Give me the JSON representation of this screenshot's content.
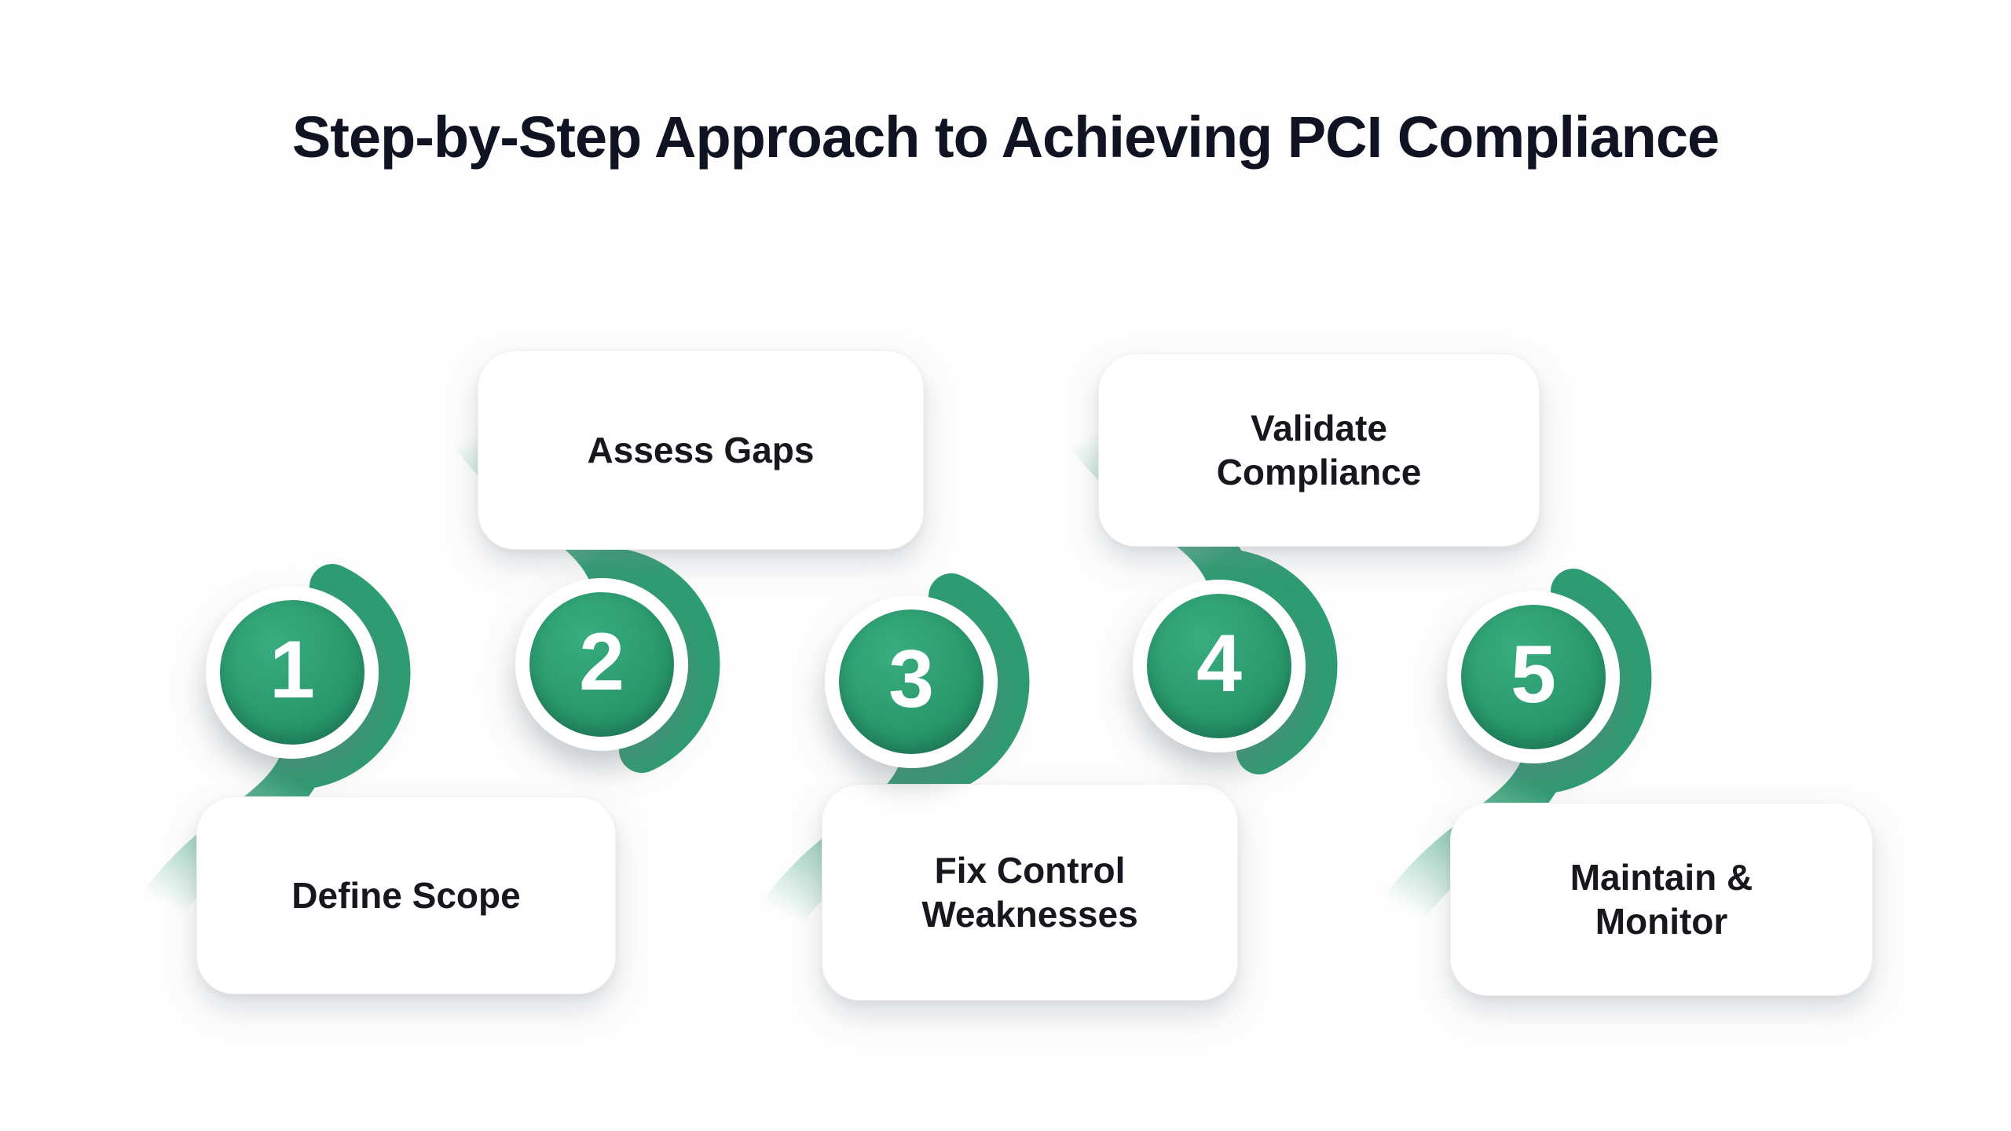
{
  "title": "Step-by-Step Approach to Achieving PCI Compliance",
  "theme": {
    "accent_green": "#2E9C72",
    "accent_green_dark": "#1E8A60",
    "text_color": "#101321",
    "card_background": "#FFFFFF",
    "page_background": "#FDFDFD"
  },
  "steps": [
    {
      "number": "1",
      "label": "Define Scope",
      "card_position": "below"
    },
    {
      "number": "2",
      "label": "Assess Gaps",
      "card_position": "above"
    },
    {
      "number": "3",
      "label": "Fix Control\nWeaknesses",
      "card_position": "below"
    },
    {
      "number": "4",
      "label": "Validate\nCompliance",
      "card_position": "above"
    },
    {
      "number": "5",
      "label": "Maintain &\nMonitor",
      "card_position": "below"
    }
  ]
}
